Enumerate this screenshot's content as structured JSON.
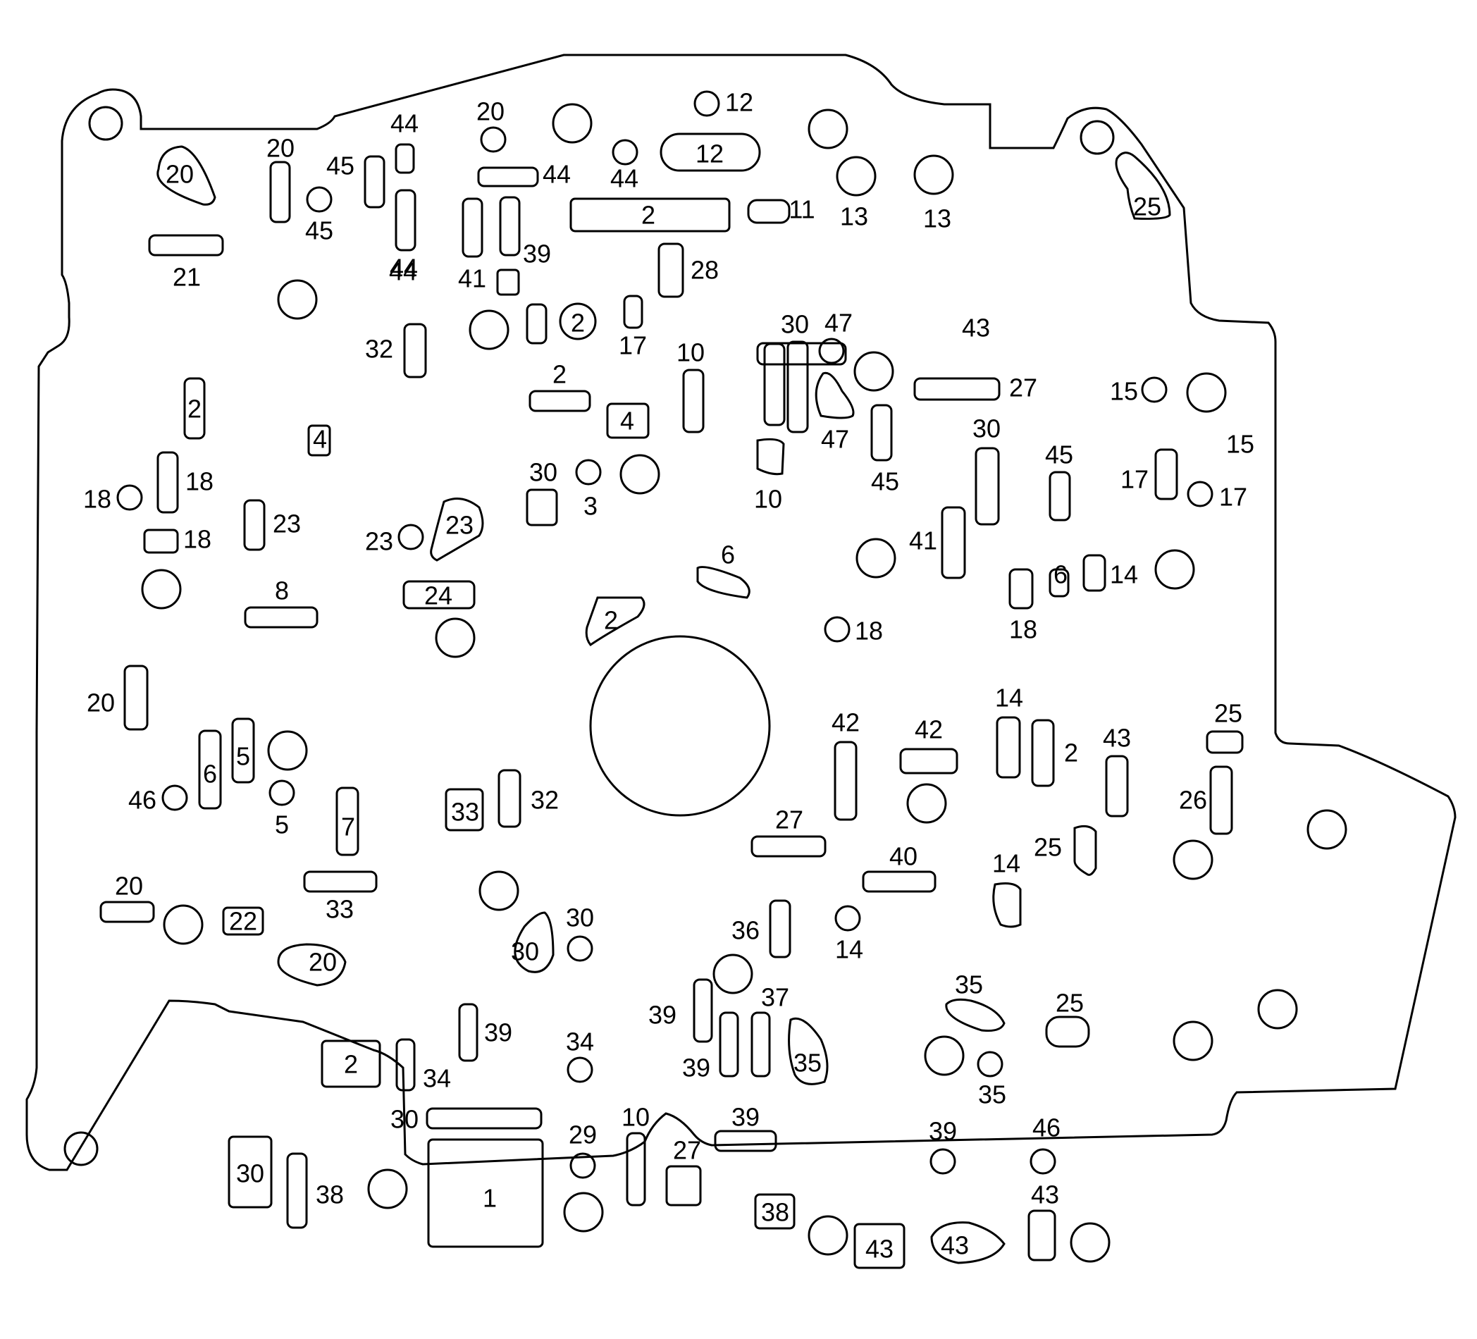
{
  "labels": [
    "20",
    "20",
    "44",
    "20",
    "12",
    "12",
    "45",
    "44",
    "44",
    "44",
    "45",
    "2",
    "11",
    "13",
    "13",
    "25",
    "21",
    "44",
    "41",
    "39",
    "28",
    "2",
    "17",
    "32",
    "10",
    "30",
    "47",
    "43",
    "2",
    "27",
    "2",
    "4",
    "4",
    "47",
    "15",
    "15",
    "45",
    "10",
    "30",
    "3",
    "30",
    "45",
    "17",
    "17",
    "18",
    "18",
    "18",
    "23",
    "23",
    "23",
    "18",
    "6",
    "41",
    "24",
    "6",
    "14",
    "8",
    "2",
    "18",
    "20",
    "14",
    "42",
    "42",
    "2",
    "43",
    "25",
    "6",
    "5",
    "46",
    "5",
    "33",
    "32",
    "7",
    "27",
    "26",
    "25",
    "20",
    "33",
    "40",
    "14",
    "22",
    "30",
    "30",
    "20",
    "36",
    "14",
    "39",
    "37",
    "35",
    "25",
    "39",
    "34",
    "2",
    "39",
    "34",
    "35",
    "35",
    "30",
    "29",
    "10",
    "39",
    "39",
    "46",
    "27",
    "30",
    "38",
    "1",
    "38",
    "43",
    "43",
    "43"
  ]
}
